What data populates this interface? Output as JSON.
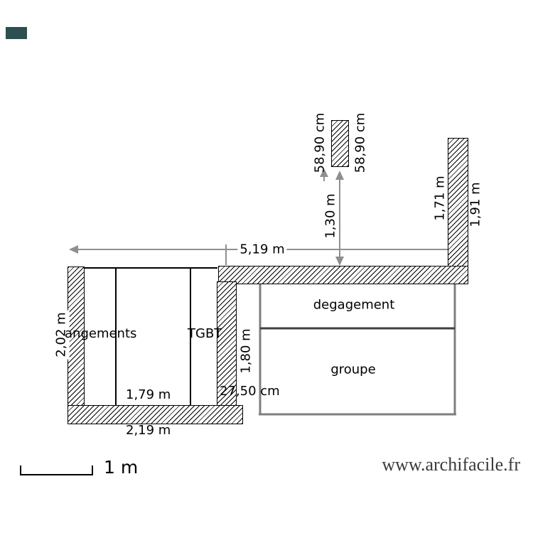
{
  "meta": {
    "watermark": "www.archifacile.fr",
    "scale_label": "1 m"
  },
  "rooms": {
    "rangements_label": "angements",
    "tgbt_label": "TGBT",
    "degagement_label": "degagement",
    "groupe_label": "groupe"
  },
  "dimensions": {
    "duct_width_left": "58,90 cm",
    "duct_width_right": "58,90 cm",
    "duct_offset": "1,30 m",
    "right_wall_inner_height": "1,71 m",
    "right_wall_outer_height": "1,91 m",
    "top_span": "5,19 m",
    "left_wall_height": "2,02 m",
    "tgbt_wall_height": "1,80 m",
    "tgbt_wall_width": "27,50 cm",
    "bottom_inner_width": "1,79 m",
    "bottom_outer_width": "2,19 m"
  },
  "colors": {
    "swatch": "#2d4f4f",
    "wall_hatch": "#000000",
    "dimension_line": "#8f8f8f",
    "room_border": "#7f7f7f",
    "room_divider": "#3f3f3f",
    "text": "#000000",
    "watermark": "#3b3b3b"
  }
}
